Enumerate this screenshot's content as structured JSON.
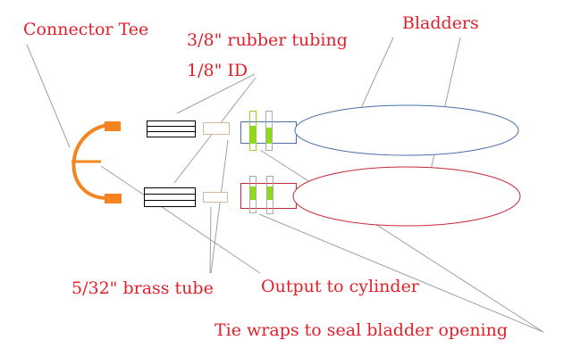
{
  "labels": {
    "connector_tee": "Connector Tee",
    "rubber_tubing": "3/8\" rubber tubing",
    "inner_diameter": "1/8\" ID",
    "bladders": "Bladders",
    "brass_tube": "5/32\" brass tube",
    "output": "Output to cylinder",
    "tie_wraps": "Tie wraps to seal bladder opening"
  },
  "colors": {
    "label": "#e0202a",
    "connector": "#f5841f",
    "brass": "#d4b89a",
    "tie_wrap_fill": "#8fd81c",
    "bladder_top": "#4a6fa8",
    "bladder_bottom": "#c8283a",
    "leader": "#a0a0a0"
  }
}
